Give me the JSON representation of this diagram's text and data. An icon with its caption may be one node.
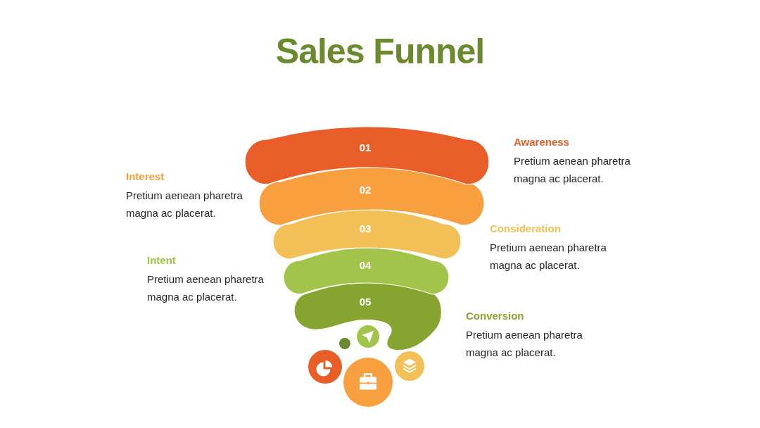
{
  "diagram": {
    "title": "Sales Funnel",
    "nodes": [
      {
        "text": [
          "01"
        ],
        "beside": [
          "Awareness",
          "Pretium aenean pharetra magna ac placerat."
        ]
      },
      {
        "text": [
          "02"
        ],
        "beside": [
          "Interest",
          "Pretium aenean pharetra magna ac placerat."
        ]
      },
      {
        "text": [
          "03"
        ],
        "beside": [
          "Consideration",
          "Pretium aenean pharetra magna ac placerat."
        ]
      },
      {
        "text": [
          "04"
        ],
        "beside": [
          "Intent",
          "Pretium aenean pharetra magna ac placerat."
        ]
      },
      {
        "text": [
          "05"
        ],
        "beside": [
          "Conversion",
          "Pretium aenean pharetra magna ac placerat."
        ]
      }
    ]
  }
}
